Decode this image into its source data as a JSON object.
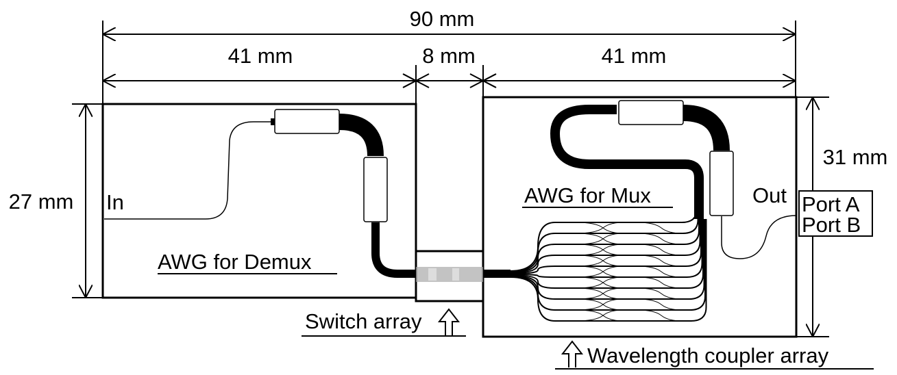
{
  "dimensions": {
    "total_width": "90 mm",
    "demux_width": "41 mm",
    "switch_width": "8 mm",
    "mux_width": "41 mm",
    "demux_height": "27 mm",
    "mux_height": "31 mm"
  },
  "labels": {
    "input": "In",
    "output": "Out",
    "port_a": "Port A",
    "port_b": "Port B",
    "demux": "AWG for Demux",
    "mux": "AWG for Mux",
    "switch": "Switch array",
    "coupler": "Wavelength coupler array"
  },
  "coupler_waveguide_count": 10
}
